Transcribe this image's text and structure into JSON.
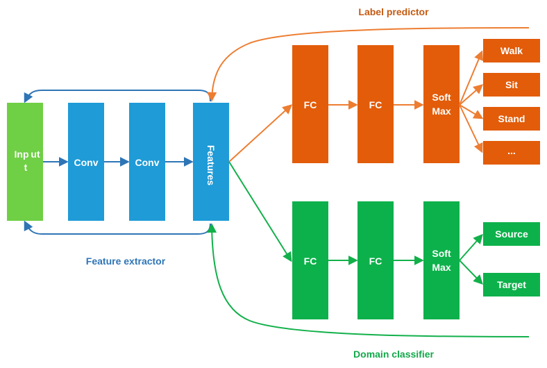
{
  "colors": {
    "blue": "#1f9bd7",
    "blue_text": "#2e75b6",
    "blue_arrow": "#2e75b6",
    "green_input": "#6fcf45",
    "orange": "#e25c0a",
    "orange_arrow": "#ed7d31",
    "orange_text": "#c55a11",
    "green": "#0db14b",
    "green_arrow": "#12b04a",
    "green_text": "#12a84a"
  },
  "feature_extractor": {
    "caption": "Feature extractor",
    "input_line1": "Inp",
    "input_line2": "ut",
    "input_line3": "t",
    "conv1": "Conv",
    "conv2": "Conv",
    "features": "Features"
  },
  "label_predictor": {
    "caption": "Label predictor",
    "fc1": "FC",
    "fc2": "FC",
    "softmax_line1": "Soft",
    "softmax_line2": "Max",
    "outputs": [
      "Walk",
      "Sit",
      "Stand",
      "..."
    ]
  },
  "domain_classifier": {
    "caption": "Domain classifier",
    "fc1": "FC",
    "fc2": "FC",
    "softmax_line1": "Soft",
    "softmax_line2": "Max",
    "outputs": [
      "Source",
      "Target"
    ]
  }
}
